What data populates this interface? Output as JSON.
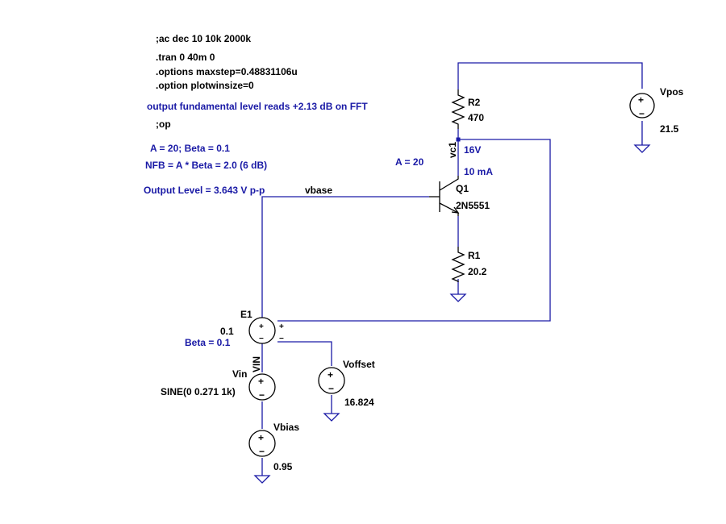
{
  "directives": {
    "ac": ";ac dec 10 10k 2000k",
    "tran": ".tran 0 40m 0",
    "options": ".options maxstep=0.48831106u",
    "plotwinsize": ".option plotwinsize=0",
    "op": ";op"
  },
  "notes": {
    "fft": "output fundamental level reads +2.13 dB on FFT",
    "gain_beta": "A = 20;  Beta = 0.1",
    "nfb": "NFB = A * Beta = 2.0  (6 dB)",
    "output_level": "Output Level = 3.643 V p-p",
    "gain_at_transistor": "A = 20",
    "vc1_voltage": "16V",
    "collector_current": "10 mA",
    "e1_param": "Beta = 0.1"
  },
  "nets": {
    "vbase": "vbase",
    "vc1": "vc1",
    "vin": "VIN"
  },
  "components": {
    "r2": {
      "name": "R2",
      "value": "470"
    },
    "r1": {
      "name": "R1",
      "value": "20.2"
    },
    "q1": {
      "name": "Q1",
      "model": "2N5551"
    },
    "vpos": {
      "name": "Vpos",
      "value": "21.5"
    },
    "e1": {
      "name": "E1",
      "value": "0.1"
    },
    "vin": {
      "name": "Vin",
      "value": "SINE(0 0.271 1k)"
    },
    "voffset": {
      "name": "Voffset",
      "value": "16.824"
    },
    "vbias": {
      "name": "Vbias",
      "value": "0.95"
    }
  },
  "symbols": {
    "plus": "+",
    "minus": "−",
    "e1_plus": "+",
    "e1_minus": "−"
  }
}
